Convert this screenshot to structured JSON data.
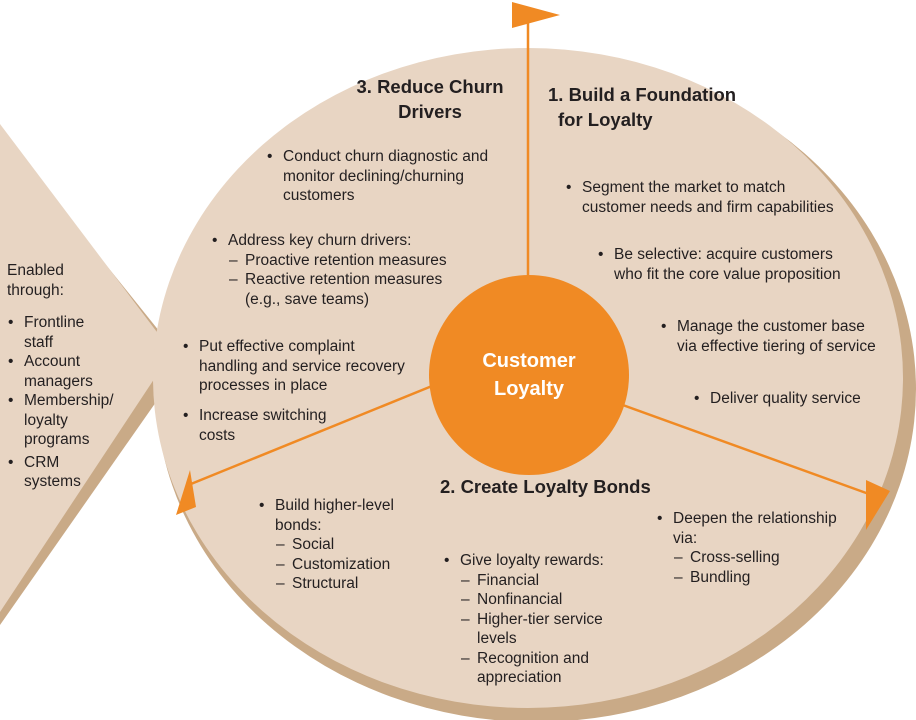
{
  "colors": {
    "circle_fill": "#e8d5c3",
    "circle_edge": "#c9aa87",
    "accent_orange": "#f08a24",
    "arrow_panel": "#e8d5c3",
    "text": "#231f20"
  },
  "center": {
    "line1": "Customer",
    "line2": "Loyalty"
  },
  "sections": {
    "build": {
      "heading1": "1. Build a Foundation",
      "heading2": "for Loyalty",
      "b1a": "Segment the market to match",
      "b1b": "customer needs and firm capabilities",
      "b2a": "Be selective: acquire customers",
      "b2b": "who fit the core value proposition",
      "b3a": "Manage the customer base",
      "b3b": "via effective tiering of service",
      "b4": "Deliver quality service"
    },
    "bonds": {
      "heading": "2. Create Loyalty Bonds",
      "h1": "Build higher-level",
      "h2": "bonds:",
      "hd1": "Social",
      "hd2": "Customization",
      "hd3": "Structural",
      "r1": "Give loyalty rewards:",
      "rd1": "Financial",
      "rd2": "Nonfinancial",
      "rd3a": "Higher-tier service",
      "rd3b": "levels",
      "rd4a": "Recognition and",
      "rd4b": "appreciation",
      "d1": "Deepen the relationship",
      "d2": "via:",
      "dd1": "Cross-selling",
      "dd2": "Bundling"
    },
    "churn": {
      "heading1": "3. Reduce Churn",
      "heading2": "Drivers",
      "c1a": "Conduct churn diagnostic and",
      "c1b": "monitor declining/churning",
      "c1c": "customers",
      "c2": "Address key churn drivers:",
      "c2d1": "Proactive retention measures",
      "c2d2a": "Reactive retention measures",
      "c2d2b": "(e.g., save teams)",
      "c3a": "Put effective complaint",
      "c3b": "handling and service recovery",
      "c3c": "processes in place",
      "c4a": "Increase switching",
      "c4b": "costs"
    }
  },
  "enabled": {
    "title1": "Enabled",
    "title2": "through:",
    "i1a": "Frontline",
    "i1b": "staff",
    "i2a": "Account",
    "i2b": "managers",
    "i3a": "Membership/",
    "i3b": "loyalty",
    "i3c": "programs",
    "i4a": "CRM",
    "i4b": "systems"
  }
}
